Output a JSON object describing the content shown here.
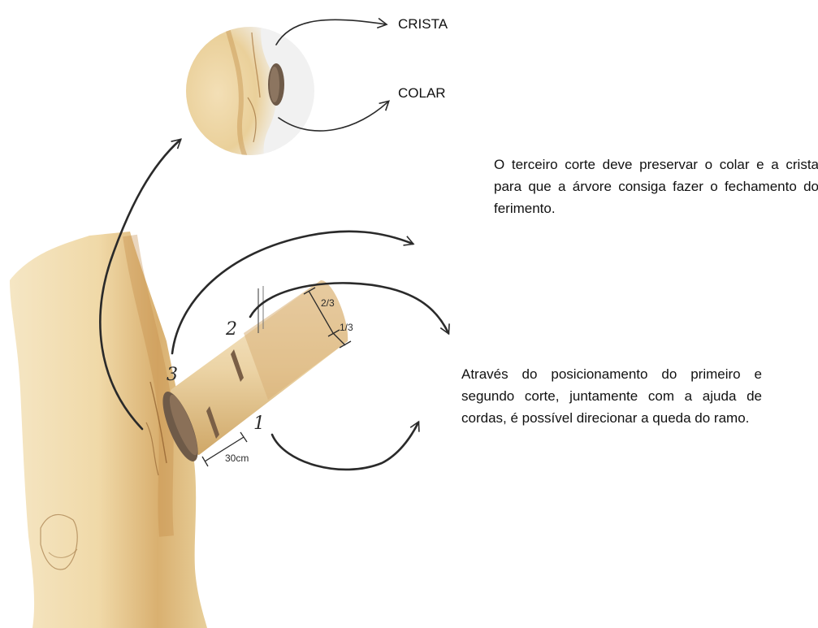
{
  "callout_labels": {
    "crista": "CRISTA",
    "colar": "COLAR"
  },
  "cut_numbers": {
    "first": "1",
    "second": "2",
    "third": "3"
  },
  "measurements": {
    "two_thirds": "2/3",
    "one_third": "1/3",
    "distance": "30cm"
  },
  "notes": {
    "third_cut": "O terceiro corte deve preservar o colar e a crista para que a árvore consiga fazer o fechamento do ferimento.",
    "direction": "Através do posicionamento do primeiro e segundo corte, juntamente com a ajuda de cordas, é possível direcionar a queda do ramo."
  },
  "colors": {
    "bark_light": "#f3e3bd",
    "bark_mid": "#dcb97e",
    "bark_dark": "#b48744",
    "collar": "#6e5a48",
    "ink": "#2a2a2a"
  }
}
